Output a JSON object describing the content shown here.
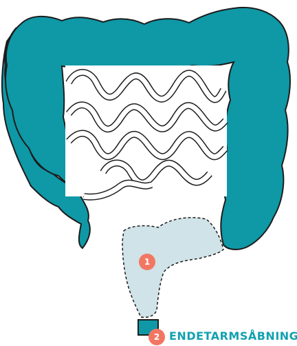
{
  "colors": {
    "colon": "#0f98a6",
    "colon_stroke": "#1c1c1c",
    "rectum_fill": "#cfe3e8",
    "marker": "#f27763",
    "label": "#12a1b0"
  },
  "markers": [
    {
      "id": "rectum",
      "number": "1"
    },
    {
      "id": "anus",
      "number": "2"
    }
  ],
  "labels": {
    "anus": "ENDETARMSÅBNING"
  }
}
